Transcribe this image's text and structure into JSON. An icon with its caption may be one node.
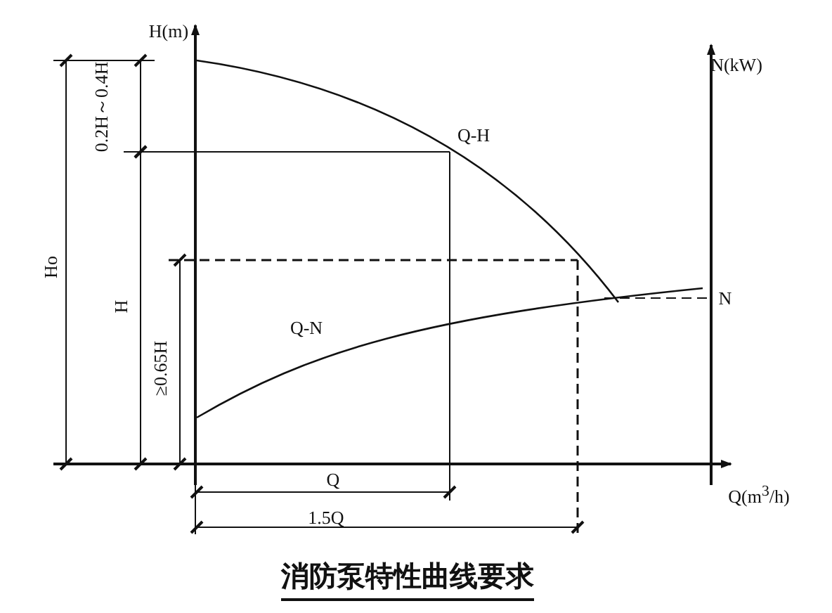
{
  "diagram": {
    "caption": "消防泵特性曲线要求",
    "labels": [
      "H(m)",
      "N(kW)",
      "0.2H～0.4H",
      "Q-H",
      "Ho",
      "H",
      "Q-N",
      "N",
      "≥0.65H",
      "Q(m$^{3}$/h)",
      "Q",
      "1.5Q"
    ]
  }
}
